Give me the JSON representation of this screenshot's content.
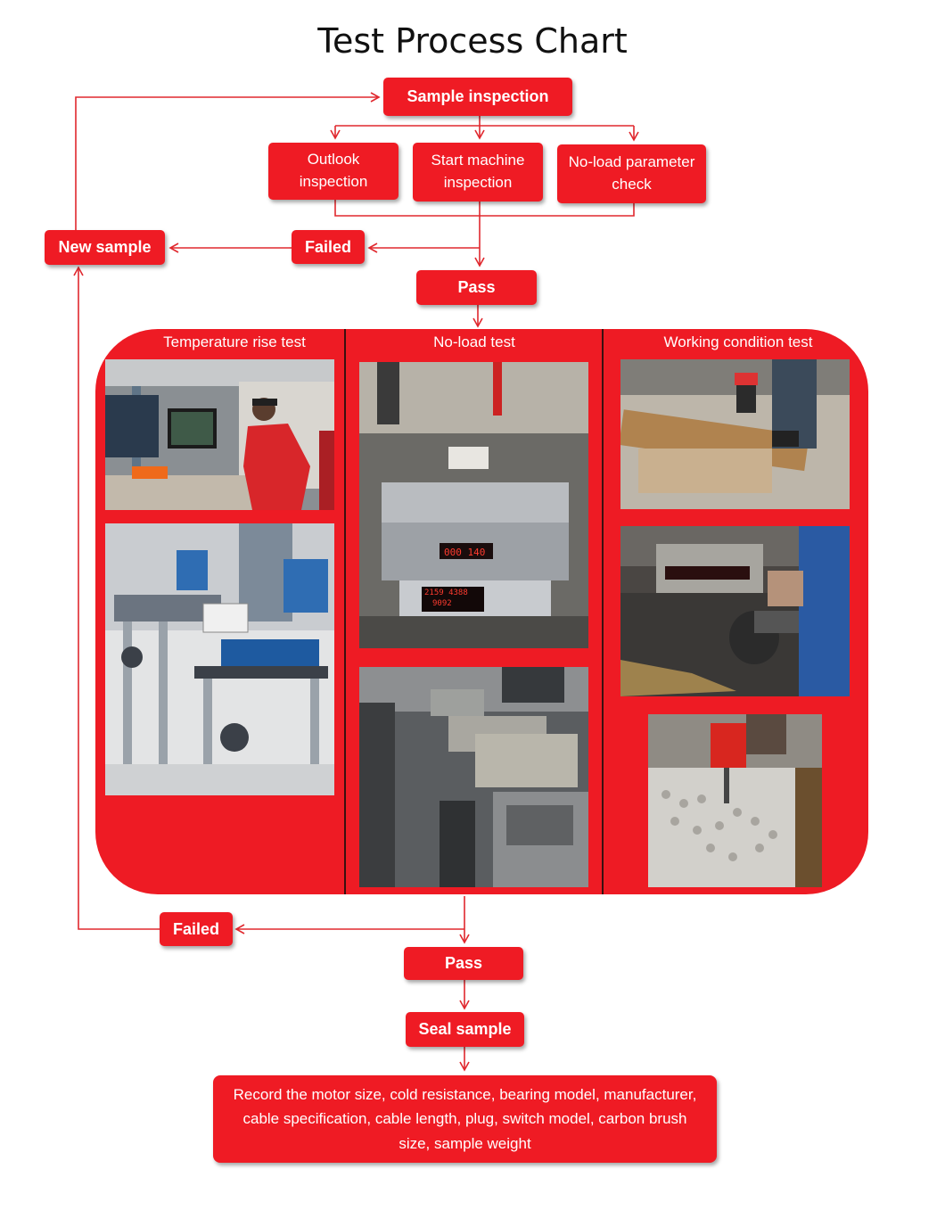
{
  "title": "Test Process Chart",
  "nodes": {
    "sample_inspection": "Sample inspection",
    "outlook_inspection": "Outlook inspection",
    "start_machine_inspection": "Start machine inspection",
    "no_load_parameter_check": "No-load parameter check",
    "new_sample": "New sample",
    "failed_1": "Failed",
    "pass_1": "Pass",
    "failed_2": "Failed",
    "pass_2": "Pass",
    "seal_sample": "Seal sample",
    "record": "Record the motor size, cold resistance, bearing model, manufacturer, cable specification, cable length, plug, switch model, carbon brush size, sample weight"
  },
  "panel": {
    "columns": [
      {
        "title": "Temperature rise test"
      },
      {
        "title": "No-load test"
      },
      {
        "title": "Working condition test"
      }
    ]
  },
  "photos": {
    "meter_reading_1": "000 140",
    "meter_reading_2": "2159 4388",
    "meter_reading_3": "9092"
  },
  "colors": {
    "accent_red": "#ef1b24",
    "line_red": "#e0282e"
  }
}
